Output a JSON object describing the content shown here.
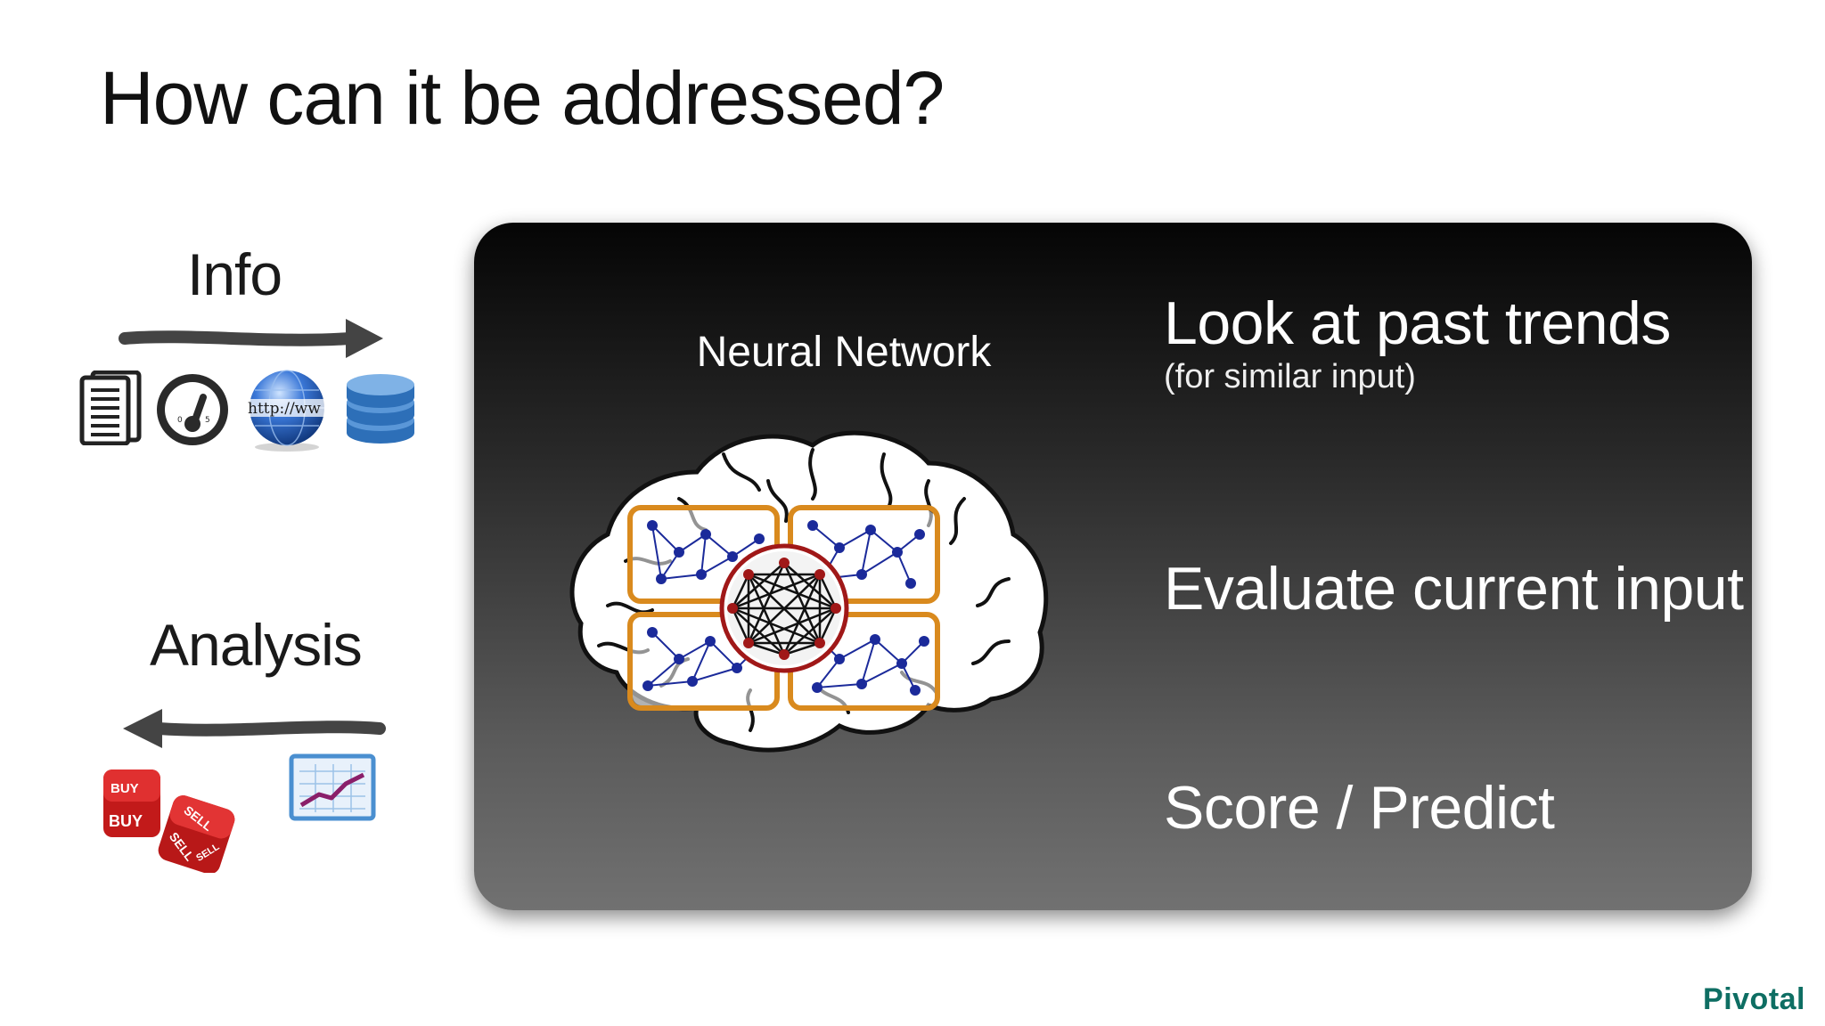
{
  "slide": {
    "title": "How can it be addressed?"
  },
  "left": {
    "info_label": "Info",
    "analysis_label": "Analysis",
    "info_icons": [
      "document-icon",
      "gauge-icon",
      "globe-icon",
      "database-icon"
    ],
    "globe_text": "http://ww",
    "analysis_icons": [
      "dice-icon",
      "chart-icon"
    ],
    "dice_faces": [
      "BUY",
      "BUY",
      "SELL",
      "SELL",
      "SELL"
    ]
  },
  "panel": {
    "network_label": "Neural Network",
    "steps": [
      {
        "label": "Look at past trends",
        "sub": "(for similar input)"
      },
      {
        "label": "Evaluate current input"
      },
      {
        "label": "Score / Predict"
      }
    ]
  },
  "brand": {
    "logo_text": "Pivotal",
    "logo_color": "#0e6e63"
  },
  "colors": {
    "orange_box": "#d98a1e",
    "node_blue": "#1b2a9a",
    "node_red": "#a01818",
    "arrow_gray": "#444444"
  }
}
